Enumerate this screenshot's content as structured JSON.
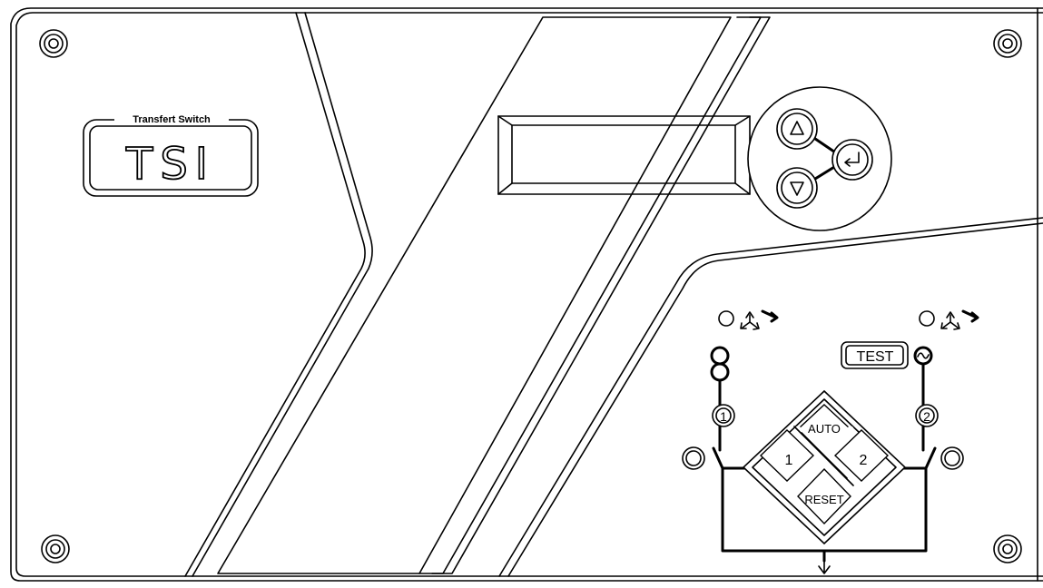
{
  "brand": {
    "subtitle": "Transfert Switch",
    "model": "TSI"
  },
  "buttons": {
    "test": "TEST",
    "auto": "AUTO",
    "manual_1": "1",
    "manual_2": "2",
    "reset": "RESET"
  },
  "source_labels": {
    "source_1": "1",
    "source_2": "2"
  },
  "display": {
    "readout": ""
  },
  "icons": {
    "nav_up": "up-triangle-icon",
    "nav_down": "down-triangle-icon",
    "nav_enter": "enter-return-icon",
    "phase_source_1": "three-phase-rotation-icon",
    "phase_source_2": "three-phase-rotation-icon",
    "ac_sine": "sine-wave-icon",
    "output_arrow": "down-arrow-icon"
  },
  "colors": {
    "line": "#000000",
    "background": "#ffffff"
  }
}
